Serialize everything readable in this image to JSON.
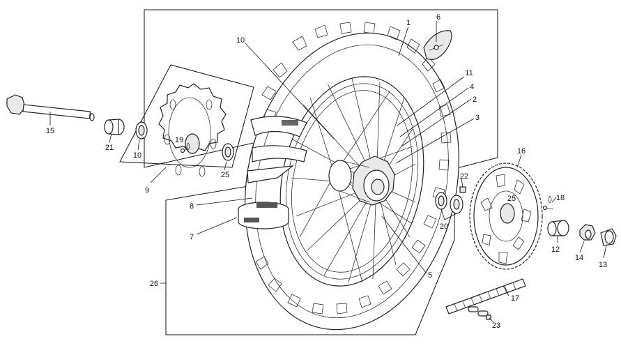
{
  "callouts": [
    {
      "id": "c1",
      "label": "1"
    },
    {
      "id": "c2",
      "label": "2"
    },
    {
      "id": "c3",
      "label": "3"
    },
    {
      "id": "c4",
      "label": "4"
    },
    {
      "id": "c5",
      "label": "5"
    },
    {
      "id": "c6",
      "label": "6"
    },
    {
      "id": "c7",
      "label": "7"
    },
    {
      "id": "c8",
      "label": "8"
    },
    {
      "id": "c9",
      "label": "9"
    },
    {
      "id": "c10a",
      "label": "10"
    },
    {
      "id": "c10b",
      "label": "10"
    },
    {
      "id": "c11",
      "label": "11"
    },
    {
      "id": "c12",
      "label": "12"
    },
    {
      "id": "c13",
      "label": "13"
    },
    {
      "id": "c14",
      "label": "14"
    },
    {
      "id": "c15",
      "label": "15"
    },
    {
      "id": "c16",
      "label": "16"
    },
    {
      "id": "c17",
      "label": "17"
    },
    {
      "id": "c18",
      "label": "18"
    },
    {
      "id": "c19",
      "label": "19"
    },
    {
      "id": "c20",
      "label": "20"
    },
    {
      "id": "c21",
      "label": "21"
    },
    {
      "id": "c22",
      "label": "22"
    },
    {
      "id": "c23",
      "label": "23"
    },
    {
      "id": "c25a",
      "label": "25"
    },
    {
      "id": "c25b",
      "label": "25"
    },
    {
      "id": "c26",
      "label": "26"
    }
  ]
}
